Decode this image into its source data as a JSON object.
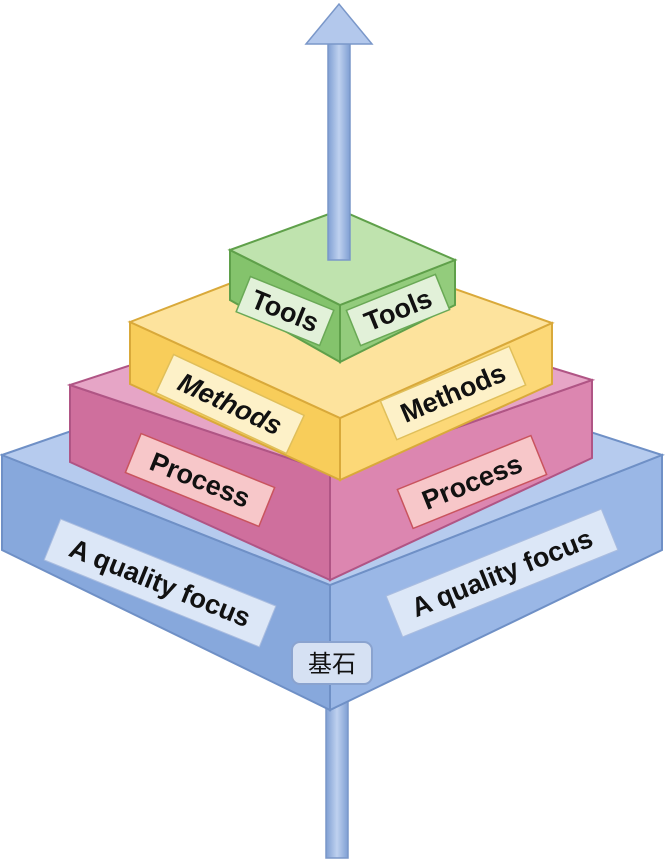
{
  "layers": {
    "quality": {
      "left_label": "A quality focus",
      "right_label": "A quality focus"
    },
    "process": {
      "left_label": "Process",
      "right_label": "Process"
    },
    "methods": {
      "left_label": "Methods",
      "right_label": "Methods"
    },
    "tools": {
      "left_label": "Tools",
      "right_label": "Tools"
    }
  },
  "foundation_label": "基石",
  "colors": {
    "quality": "#8fb0e0",
    "process": "#d97aa6",
    "methods": "#fcd877",
    "tools": "#93cc7c",
    "arrow": "#9cb8e2"
  }
}
